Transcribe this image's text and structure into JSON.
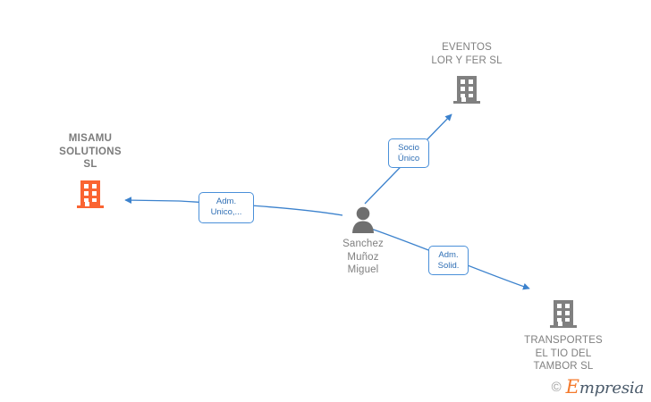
{
  "diagram": {
    "type": "relationship-graph",
    "background_color": "#ffffff",
    "focal_color": "#fa6432",
    "node_color": "#808080",
    "edge_color": "#3c82cd",
    "label_text_color": "#2f6fb5",
    "label_border_color": "#4a90d9",
    "nodes": [
      {
        "id": "misamu",
        "label": "MISAMU\nSOLUTIONS\nSL",
        "icon": "building-icon",
        "kind": "company",
        "highlight": true,
        "color": "#fa6432"
      },
      {
        "id": "eventos",
        "label": "EVENTOS\nLOR Y FER SL",
        "icon": "building-icon",
        "kind": "company",
        "highlight": false,
        "color": "#808080"
      },
      {
        "id": "person",
        "label": "Sanchez\nMuñoz\nMiguel",
        "icon": "person-icon",
        "kind": "person",
        "highlight": false,
        "color": "#808080"
      },
      {
        "id": "transportes",
        "label": "TRANSPORTES\nEL TIO DEL\nTAMBOR  SL",
        "icon": "building-icon",
        "kind": "company",
        "highlight": false,
        "color": "#808080"
      }
    ],
    "edges": [
      {
        "id": "edge-adm-unico",
        "from": "person",
        "to": "misamu",
        "label": "Adm.\nUnico,..."
      },
      {
        "id": "edge-socio-unico",
        "from": "person",
        "to": "eventos",
        "label": "Socio\nÚnico"
      },
      {
        "id": "edge-adm-solid",
        "from": "person",
        "to": "transportes",
        "label": "Adm.\nSolid."
      }
    ]
  },
  "watermark": {
    "copyright": "©",
    "brand_first": "E",
    "brand_rest": "mpresia"
  }
}
